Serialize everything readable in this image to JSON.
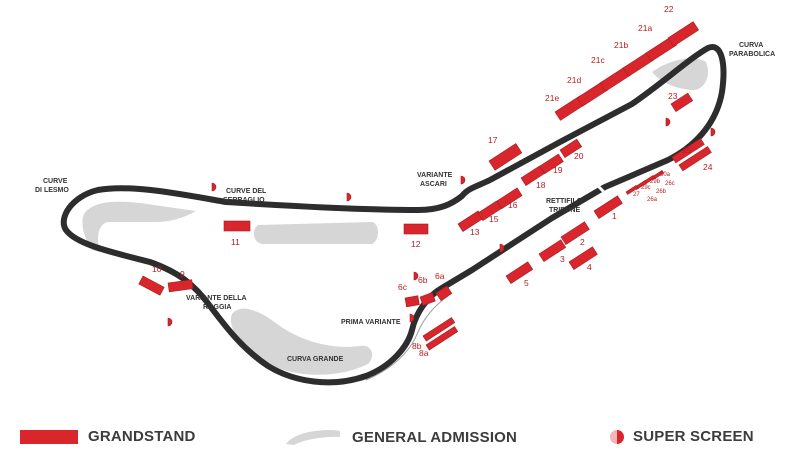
{
  "colors": {
    "track": "#2d2d2d",
    "infield": "#d6d6d6",
    "grandstand": "#d9262c",
    "screen": "#d9262c",
    "text": "#333333"
  },
  "corners": [
    {
      "id": "curve-di-lesmo",
      "lines": [
        "CURVE",
        "DI LESMO"
      ]
    },
    {
      "id": "curve-del-serraglio",
      "lines": [
        "CURVE DEL",
        "SERRAGLIO"
      ]
    },
    {
      "id": "variante-ascari",
      "lines": [
        "VARIANTE",
        "ASCARI"
      ]
    },
    {
      "id": "rettifilo-tribune",
      "lines": [
        "RETTIFILO",
        "TRIBUNE"
      ]
    },
    {
      "id": "curva-parabolica",
      "lines": [
        "CURVA",
        "PARABOLICA"
      ]
    },
    {
      "id": "variante-della-roggia",
      "lines": [
        "VARIANTE DELLA",
        "ROGGIA"
      ]
    },
    {
      "id": "prima-variante",
      "lines": [
        "PRIMA VARIANTE"
      ]
    },
    {
      "id": "curva-grande",
      "lines": [
        "CURVA GRANDE"
      ]
    }
  ],
  "grandstands": [
    "1",
    "2",
    "3",
    "4",
    "5",
    "6a",
    "6b",
    "6c",
    "8a",
    "8b",
    "9",
    "10",
    "11",
    "12",
    "13",
    "15",
    "16",
    "17",
    "18",
    "19",
    "20",
    "21a",
    "21b",
    "21c",
    "21d",
    "21e",
    "22",
    "23",
    "24",
    "25",
    "26a",
    "26b",
    "26c",
    "27",
    "29b",
    "29c",
    "30a"
  ],
  "legend": {
    "grandstand": "GRANDSTAND",
    "general_admission": "GENERAL ADMISSION",
    "super_screen": "SUPER SCREEN"
  }
}
